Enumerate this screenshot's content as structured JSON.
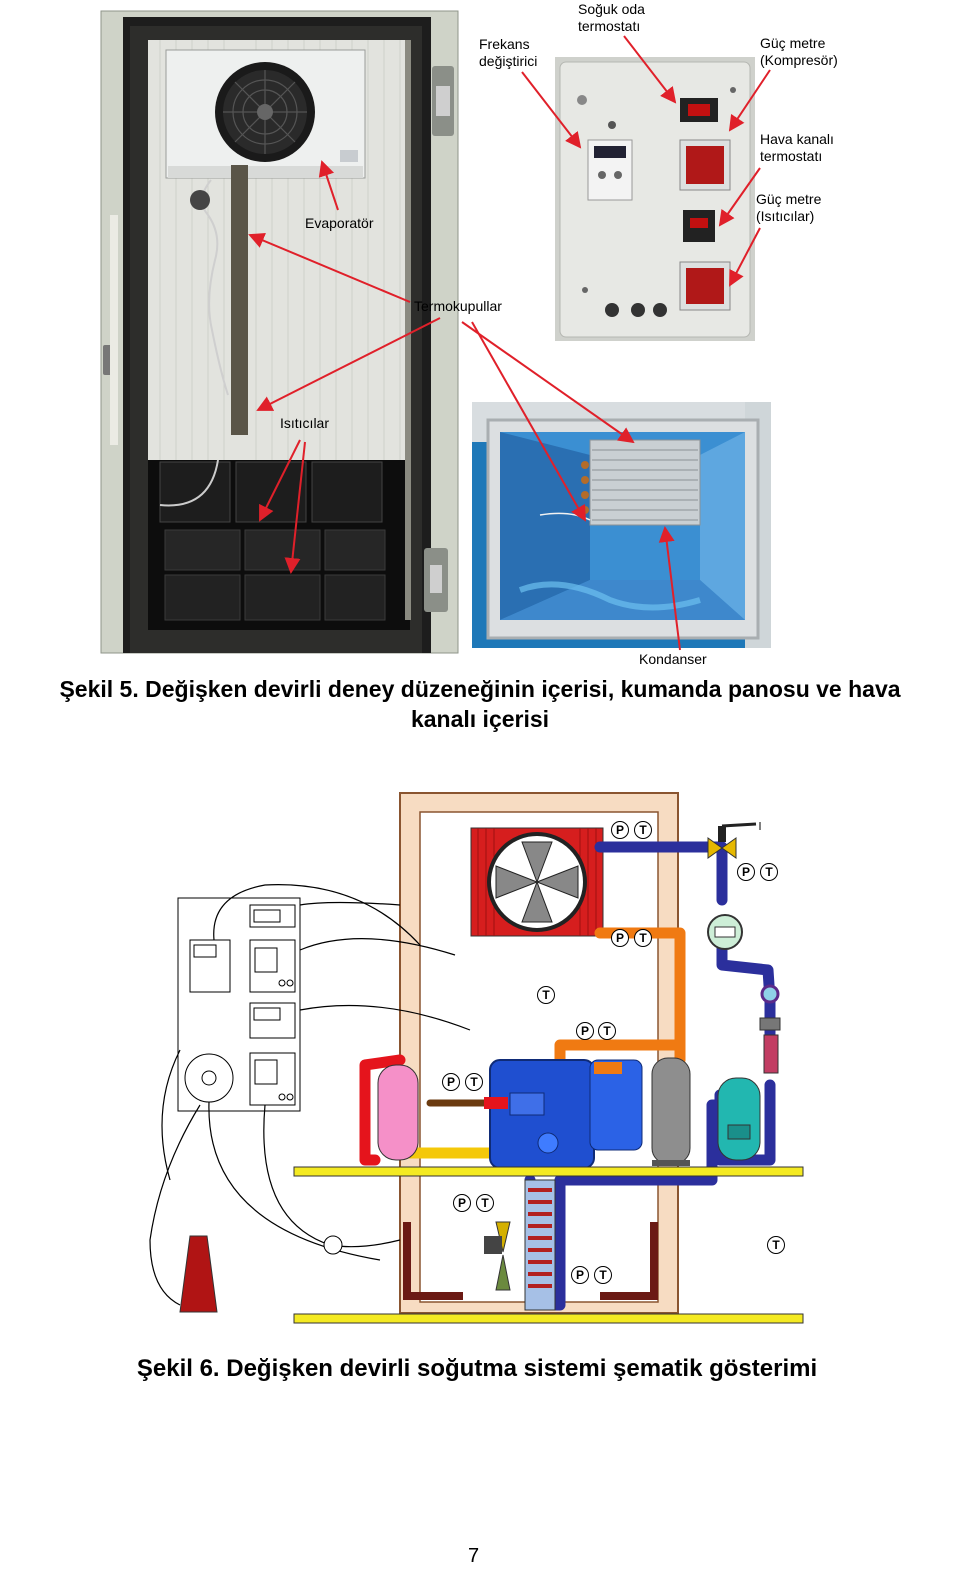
{
  "figure5": {
    "labels": {
      "frekans": "Frekans\ndeğiştirici",
      "soguk_oda": "Soğuk oda\ntermostatı",
      "guc_kompresor": "Güç metre\n(Kompresör)",
      "hava_kanali": "Hava kanalı\ntermostatı",
      "guc_isiticilar": "Güç metre\n(Isıtıcılar)",
      "evaporator": "Evaporatör",
      "termokupullar": "Termokupullar",
      "isiticilar": "Isıtıcılar",
      "kondanser": "Kondanser"
    },
    "caption_line1": "Şekil 5. Değişken devirli deney düzeneğinin içerisi, kumanda panosu ve hava",
    "caption_line2": "kanalı içerisi"
  },
  "figure6": {
    "symbols": {
      "p": "P",
      "t": "T"
    },
    "caption": "Şekil 6. Değişken devirli soğutma sistemi şematik gösterimi"
  },
  "page_number": "7",
  "colors": {
    "annotation_arrow": "#e0202a",
    "enclosure_fill": "#f7dcc2",
    "enclosure_border": "#8a5530",
    "pipe_blue": "#2b2f9c",
    "pipe_orange": "#f07a12",
    "pipe_red": "#e5141c",
    "compressor_blue": "#1f4fd0",
    "rail_yellow": "#f4ea22",
    "receiver_teal": "#22b7b0",
    "condenser_red": "#d61e1e"
  }
}
